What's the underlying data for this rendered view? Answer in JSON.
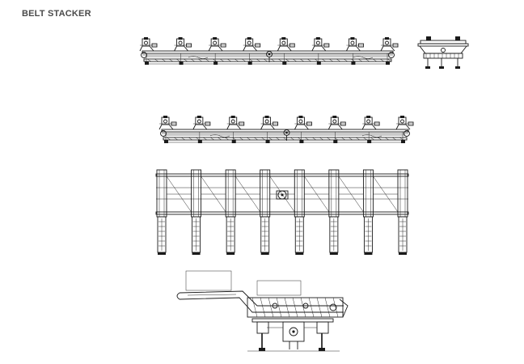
{
  "title": "BELT STACKER",
  "views": [
    {
      "id": "top-side-elevation",
      "modules": 8
    },
    {
      "id": "end-view",
      "modules": 1
    },
    {
      "id": "mid-side-elevation",
      "modules": 8
    },
    {
      "id": "plan-view",
      "modules": 8
    },
    {
      "id": "end-section-view",
      "modules": 1
    }
  ]
}
